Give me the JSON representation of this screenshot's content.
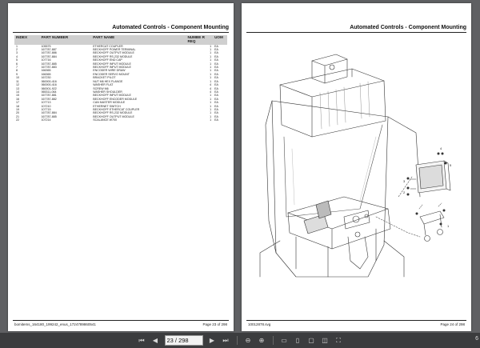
{
  "left_page": {
    "header": "Automated Controls - Component Mounting",
    "columns": [
      "INDEX",
      "PART NUMBER",
      "PART NAME",
      "NUMBE R REQ",
      "UOM"
    ],
    "rows": [
      [
        "1",
        "105575",
        "ETHERCAT COUPLER",
        "1",
        "EA"
      ],
      [
        "2",
        "167787-887",
        "BECKHOFF POWER TERMINAL",
        "1",
        "EA"
      ],
      [
        "3",
        "167787-886",
        "BECKHOFF OUTPUT MODULE",
        "1",
        "EA"
      ],
      [
        "4",
        "167787-884",
        "BECKHOFF RS-232 MODULE",
        "1",
        "EA"
      ],
      [
        "5",
        "107716",
        "BECKHOFF END CAP",
        "1",
        "EA"
      ],
      [
        "6",
        "167787-885",
        "BECKHOFF INPUT MODULE",
        "1",
        "EA"
      ],
      [
        "7",
        "167787-883",
        "BECKHOFF INPUT MODULE",
        "1",
        "EA"
      ],
      [
        "8",
        "166365",
        "ENCODER WIRE DRAW",
        "1",
        "EA"
      ],
      [
        "9",
        "166365",
        "ENCODER SERVO MOUNT",
        "1",
        "EA"
      ],
      [
        "10",
        "167230",
        "BRACKET PILOT",
        "1",
        "EA"
      ],
      [
        "11",
        "060000-416",
        "NUT M6 HEX FLANGE",
        "1",
        "EA"
      ],
      [
        "12",
        "060000-416",
        "WASHER FLAT",
        "4",
        "EA"
      ],
      [
        "13",
        "060001-922",
        "SCREW M6",
        "4",
        "EA"
      ],
      [
        "14",
        "065311-064",
        "WASHER SHOULDER",
        "4",
        "EA"
      ],
      [
        "15",
        "167787-881",
        "BECKHOFF INPUT MODULE",
        "1",
        "EA"
      ],
      [
        "16",
        "167787-882",
        "BECKHOFF ENCODER MODULE",
        "1",
        "EA"
      ],
      [
        "17",
        "107713",
        "CAN MASTER MODULE",
        "1",
        "EA"
      ],
      [
        "18",
        "107210",
        "ETHERNET SWITCH",
        "1",
        "EA"
      ],
      [
        "19",
        "107715",
        "BECKHOFF ETHERCAT COUPLER",
        "1",
        "EA"
      ],
      [
        "20",
        "167787-884",
        "BECKHOFF RS-232 MODULE",
        "1",
        "EA"
      ],
      [
        "21",
        "167787-885",
        "BECKHOFF OUTPUT MODULE",
        "1",
        "EA"
      ],
      [
        "22",
        "107214",
        "SCALANCE W700",
        "1",
        "EA"
      ]
    ],
    "footer_left": "bomitems_164180_199242_enus_1724789860541",
    "footer_right": "Page 23 of 298"
  },
  "right_page": {
    "header": "Automated Controls - Component Mounting",
    "callouts": [
      "4",
      "5",
      "3",
      "2",
      "1"
    ],
    "footer_left": "10012878.svg",
    "footer_right": "Page 24 of 298"
  },
  "toolbar": {
    "current_page": "23 / 298",
    "zoom": "6"
  },
  "colors": {
    "background": "#5f6063",
    "toolbar": "#3b3c3e",
    "table_header": "#cfcfcf"
  }
}
